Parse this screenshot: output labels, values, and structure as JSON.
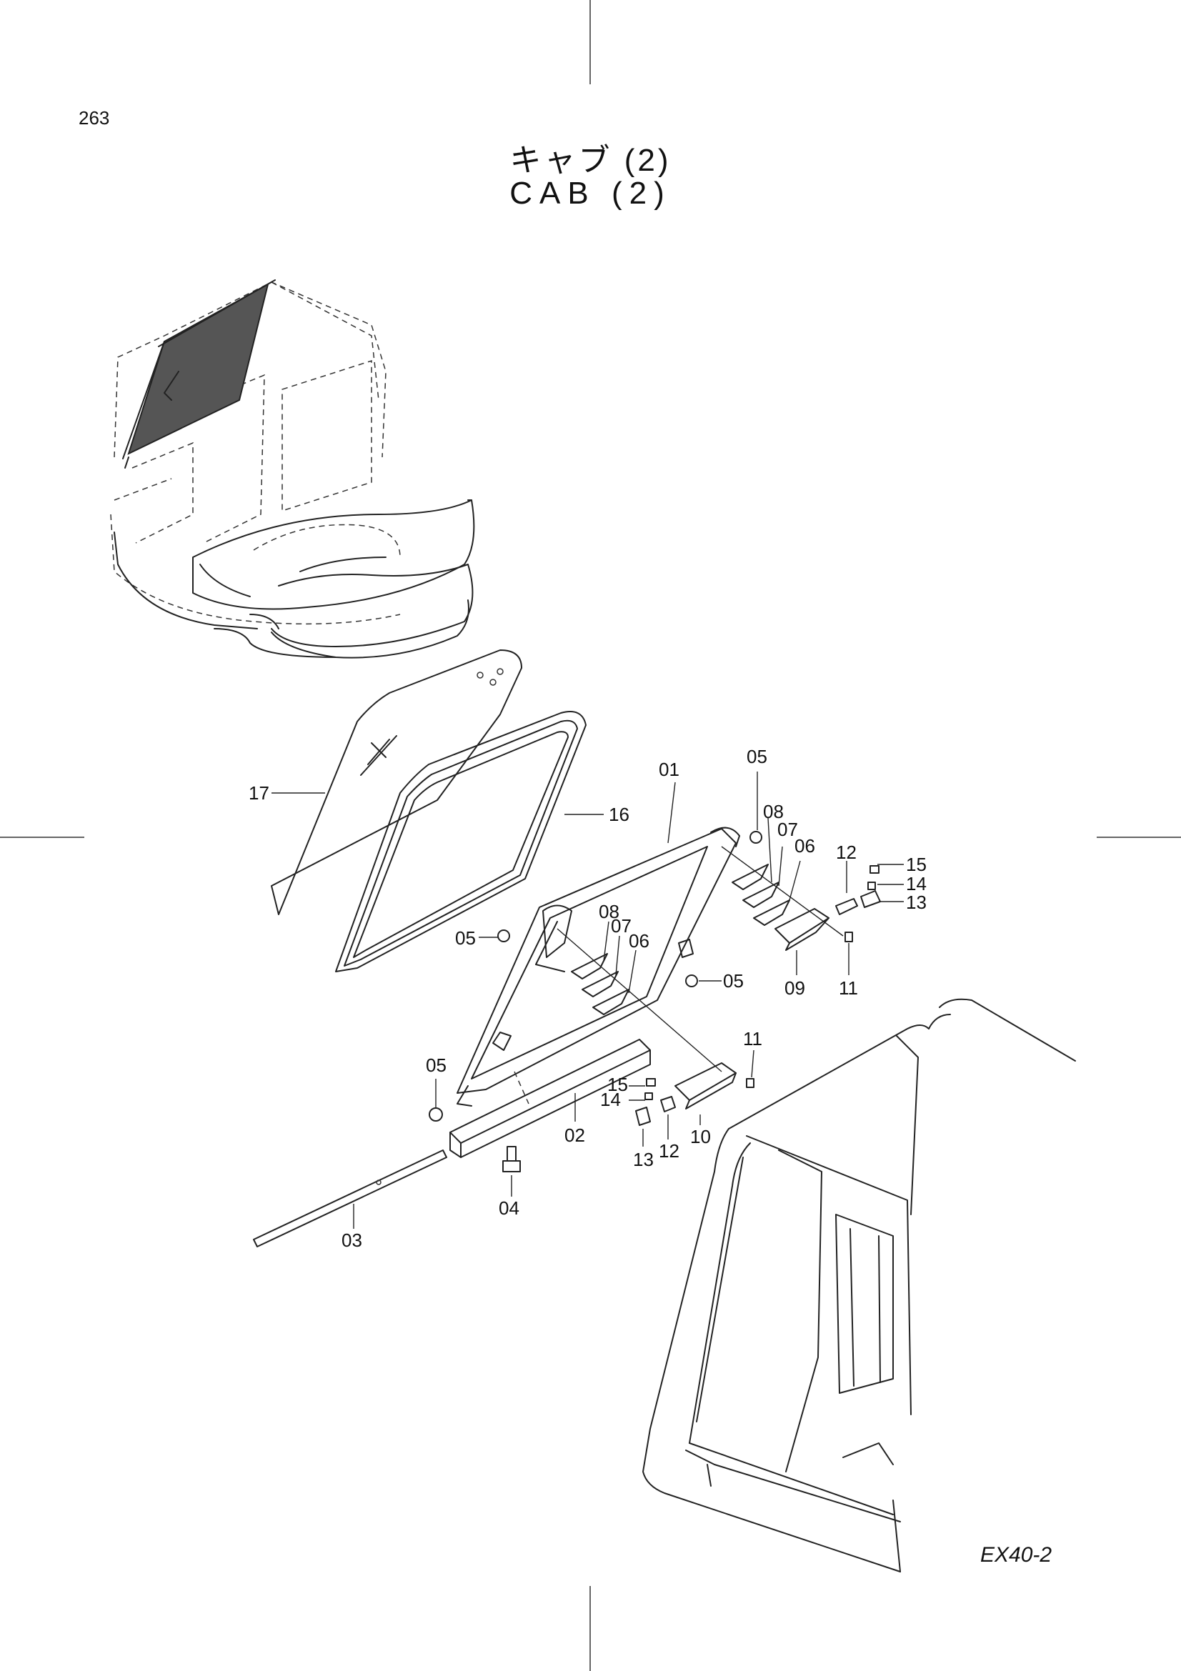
{
  "header": {
    "page_number": "263",
    "title_jp": "キャブ (2)",
    "title_en": "CAB (2)"
  },
  "footer": {
    "model": "EX40-2"
  },
  "callouts": [
    {
      "id": "c17",
      "text": "17"
    },
    {
      "id": "c16",
      "text": "16"
    },
    {
      "id": "c01",
      "text": "01"
    },
    {
      "id": "c05a",
      "text": "05"
    },
    {
      "id": "c08a",
      "text": "08"
    },
    {
      "id": "c07a",
      "text": "07"
    },
    {
      "id": "c06a",
      "text": "06"
    },
    {
      "id": "c12a",
      "text": "12"
    },
    {
      "id": "c15a",
      "text": "15"
    },
    {
      "id": "c14a",
      "text": "14"
    },
    {
      "id": "c13a",
      "text": "13"
    },
    {
      "id": "c05b",
      "text": "05"
    },
    {
      "id": "c08b",
      "text": "08"
    },
    {
      "id": "c07b",
      "text": "07"
    },
    {
      "id": "c06b",
      "text": "06"
    },
    {
      "id": "c05c",
      "text": "05"
    },
    {
      "id": "c09",
      "text": "09"
    },
    {
      "id": "c11a",
      "text": "11"
    },
    {
      "id": "c11b",
      "text": "11"
    },
    {
      "id": "c05d",
      "text": "05"
    },
    {
      "id": "c15b",
      "text": "15"
    },
    {
      "id": "c14b",
      "text": "14"
    },
    {
      "id": "c02",
      "text": "02"
    },
    {
      "id": "c12b",
      "text": "12"
    },
    {
      "id": "c10",
      "text": "10"
    },
    {
      "id": "c13b",
      "text": "13"
    },
    {
      "id": "c04",
      "text": "04"
    },
    {
      "id": "c03",
      "text": "03"
    }
  ]
}
